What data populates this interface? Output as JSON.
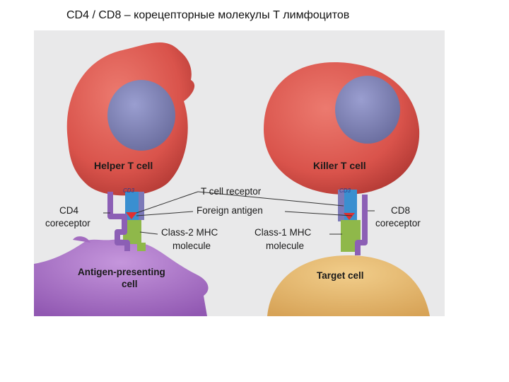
{
  "slide": {
    "title": "CD4 / CD8 – корецепторные молекулы Т лимфоцитов"
  },
  "figure": {
    "helper_cell": "Helper T cell",
    "killer_cell": "Killer T cell",
    "cd3_left": "CD3",
    "cd3_right": "CD3",
    "t_cell_receptor": "T cell receptor",
    "foreign_antigen": "Foreign antigen",
    "cd4_line1": "CD4",
    "cd4_line2": "coreceptor",
    "cd8_line1": "CD8",
    "cd8_line2": "coreceptor",
    "class2_line1": "Class-2 MHC",
    "class2_line2": "molecule",
    "class1_line1": "Class-1 MHC",
    "class1_line2": "molecule",
    "apc_line1": "Antigen-presenting",
    "apc_line2": "cell",
    "target_cell": "Target cell"
  },
  "colors": {
    "t_cell": "#d9534b",
    "nucleus": "#7b7fb0",
    "receptor_blue": "#3a8fd0",
    "coreceptor_purple": "#8c5fb5",
    "mhc_green": "#8fb84a",
    "antigen_red": "#e03030",
    "apc_purple": "#a36cc0",
    "target_tan": "#e2b56a"
  }
}
